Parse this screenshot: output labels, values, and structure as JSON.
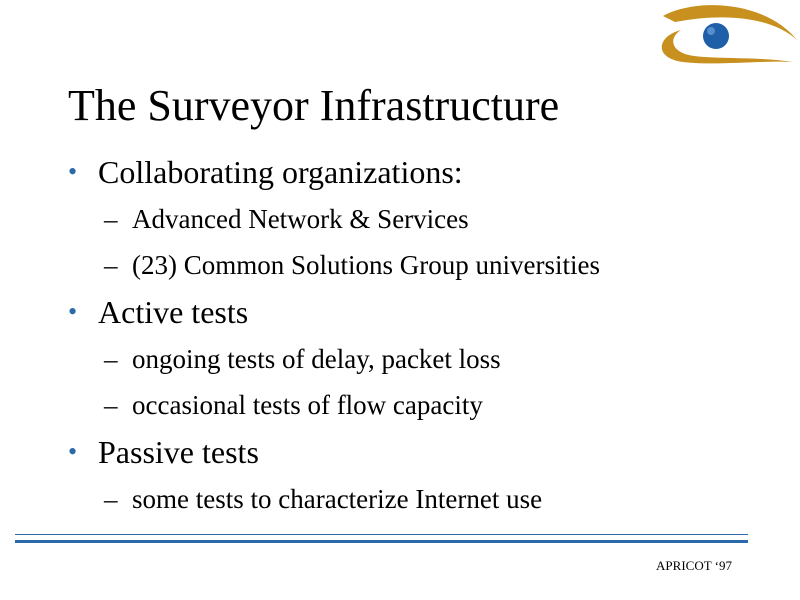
{
  "slide": {
    "title": "The Surveyor Infrastructure",
    "bullet_glyph": "•",
    "sub_glyph": "–",
    "bullets": [
      {
        "text": "Collaborating organizations:",
        "subs": [
          "Advanced Network & Services",
          "(23) Common Solutions Group universities"
        ]
      },
      {
        "text": "Active tests",
        "subs": [
          "ongoing tests of delay, packet loss",
          "occasional tests of flow capacity"
        ]
      },
      {
        "text": "Passive tests",
        "subs": [
          "some tests to characterize Internet use"
        ]
      }
    ],
    "footer": "APRICOT ‘97"
  },
  "logo": {
    "icon": "eye-logo-icon",
    "arc_color": "#c8901e",
    "pupil_color": "#1f5fa8"
  },
  "colors": {
    "accent": "#2a6aa8",
    "text": "#000000",
    "background": "#ffffff"
  }
}
